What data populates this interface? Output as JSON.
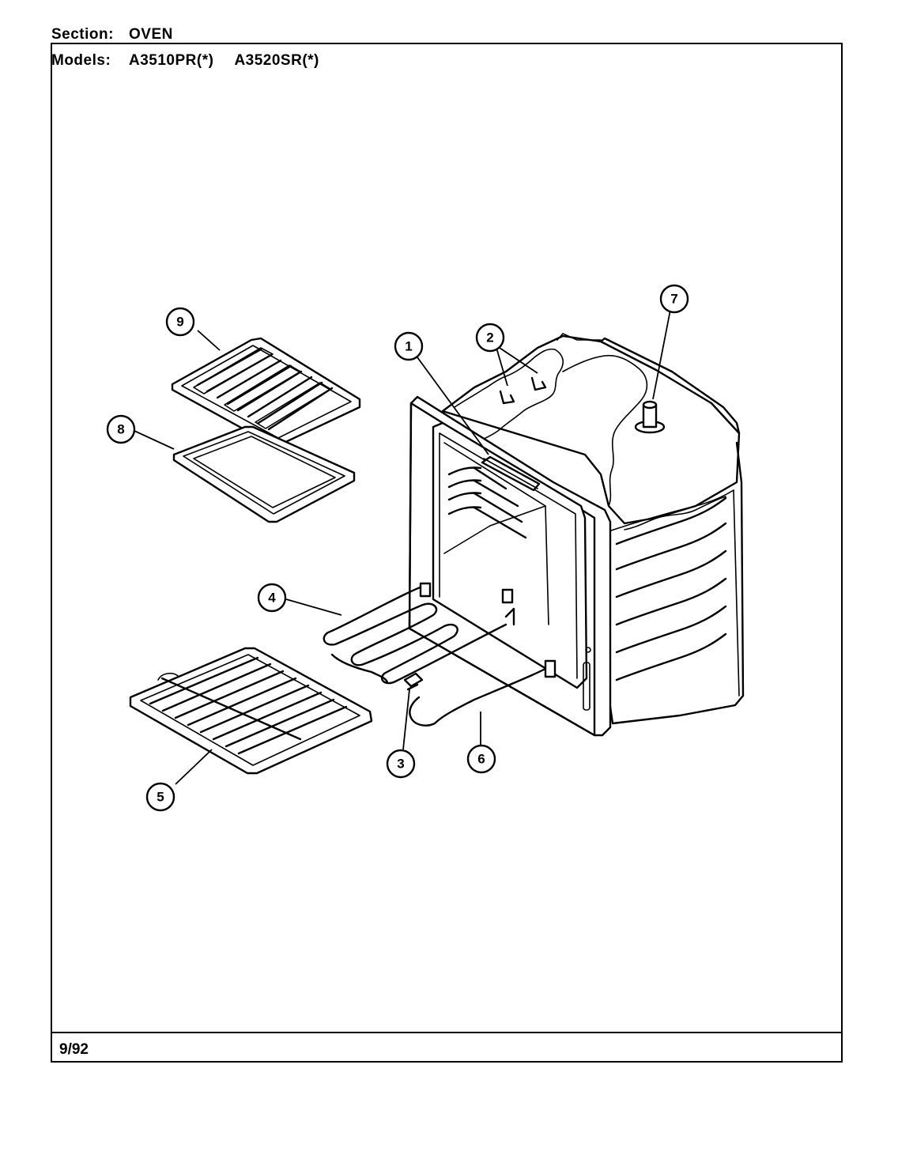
{
  "header": {
    "section_label": "Section:",
    "section_value": "OVEN",
    "models_label": "Models:",
    "models": [
      "A3510PR(*)",
      "A3520SR(*)"
    ]
  },
  "footer": {
    "date": "9/92"
  },
  "callouts": [
    {
      "id": "1",
      "label": "1"
    },
    {
      "id": "2",
      "label": "2"
    },
    {
      "id": "3",
      "label": "3"
    },
    {
      "id": "4",
      "label": "4"
    },
    {
      "id": "5",
      "label": "5"
    },
    {
      "id": "6",
      "label": "6"
    },
    {
      "id": "7",
      "label": "7"
    },
    {
      "id": "8",
      "label": "8"
    },
    {
      "id": "9",
      "label": "9"
    }
  ]
}
